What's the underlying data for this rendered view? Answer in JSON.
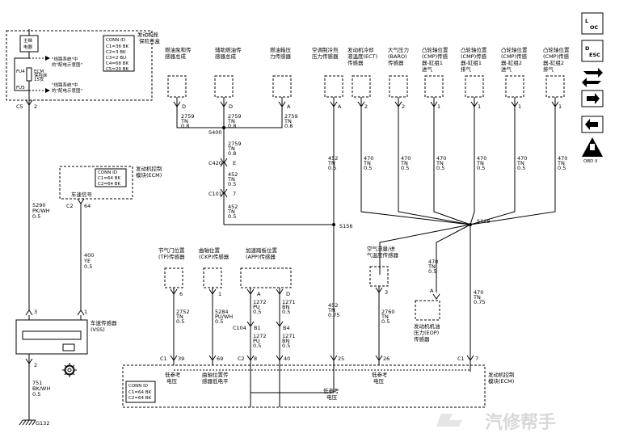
{
  "fuse_block": {
    "title_line1": "发动机舱",
    "title_line2": "保险丝盒",
    "main_label_line1": "主继",
    "main_label_line2": "电器",
    "fu4": "FU4",
    "fu5": "FU5",
    "fuse_small": "ECM",
    "fuse_small2": "保险丝",
    "fuse_small3": "15安",
    "note1_line1": "\"线路系统\"中",
    "note1_line2": "的\"配电示意图\"",
    "note2_line1": "\"线路系统\"中",
    "note2_line2": "的\"配电示意图\"",
    "conn_title": "CONN ID",
    "conn_lines": [
      "C1=36 BK",
      "C2=3 BK",
      "C3=2 BU",
      "C4=68 BK",
      "C5=20 BK"
    ]
  },
  "ecm_top": {
    "title_line1": "发动机控制",
    "title_line2": "模块(ECM)",
    "conn_title": "CONN ID",
    "conn_lines": [
      "C1=64 BK",
      "C2=64 BK"
    ],
    "signal": "车速信号",
    "pin_c2": "C2",
    "pin_64": "64"
  },
  "left_wires": {
    "c5": "C5",
    "pin2": "2",
    "w1": "5290",
    "w1c": "PK/WH",
    "w1g": "0.5",
    "w2": "400",
    "w2c": "YE",
    "w2g": "0.5",
    "pin3": "3",
    "pin1": "1",
    "pin2b": "2",
    "w3": "751",
    "w3c": "BK/WH",
    "w3g": "0.5",
    "ground": "G132"
  },
  "vss": {
    "line1": "车速传感器",
    "line2": "(VSS)"
  },
  "top_sensors": [
    {
      "line1": "燃油泵和传",
      "line2": "感器总成",
      "pin_letter": "D"
    },
    {
      "line1": "辅助燃油传",
      "line2": "感器总成",
      "pin_letter": "D"
    },
    {
      "line1": "燃油箱压",
      "line2": "力传感器",
      "pin_letter": "A"
    },
    {
      "line1": "空调制冷剂",
      "line2": "压力传感器",
      "pin_letter": "A"
    },
    {
      "line1": "发动机冷却",
      "line2": "液温度(ECT)",
      "line3": "传感器",
      "pin_letter": "2"
    },
    {
      "line1": "大气压力",
      "line2": "(BARO)",
      "line3": "传感器",
      "pin_letter": "2"
    },
    {
      "line1": "凸轮轴位置",
      "line2": "(CMP)传感",
      "line3": "器-缸组1",
      "line4": "进气",
      "pin_letter": "1"
    },
    {
      "line1": "凸轮轴位置",
      "line2": "(CMP)传感",
      "line3": "器-缸组1",
      "line4": "排气",
      "pin_letter": "1"
    },
    {
      "line1": "凸轮轴位置",
      "line2": "(CMP)传感",
      "line3": "器-缸组2",
      "line4": "进气",
      "pin_letter": "1"
    },
    {
      "line1": "凸轮轴位置",
      "line2": "(CMP)传感",
      "line3": "器-缸组2",
      "line4": "排气",
      "pin_letter": "1"
    }
  ],
  "top_wires": [
    {
      "num": "2759",
      "color": "TN",
      "gauge": "0.8"
    },
    {
      "num": "2759",
      "color": "TN",
      "gauge": "0.8"
    },
    {
      "num": "2759",
      "color": "TN",
      "gauge": "0.8"
    }
  ],
  "splices": {
    "s400": "S400",
    "c420": "C420",
    "c420pin": "E",
    "c101": "C101",
    "c101pin": "7",
    "s156": "S156",
    "s148": "S148",
    "w_after_s400": {
      "num": "2759",
      "color": "TN",
      "gauge": "0.8"
    },
    "w_after_c420": {
      "num": "452",
      "color": "TN",
      "gauge": "0.5"
    },
    "w_after_c101": {
      "num": "452",
      "color": "TN",
      "gauge": "0.5"
    }
  },
  "ac_wire": {
    "num": "452",
    "color": "TN",
    "gauge": "0.5"
  },
  "right_wires": [
    {
      "num": "470",
      "color": "TN",
      "gauge": "0.5"
    },
    {
      "num": "470",
      "color": "TN",
      "gauge": "0.5"
    },
    {
      "num": "470",
      "color": "TN",
      "gauge": "0.5"
    },
    {
      "num": "470",
      "color": "TN",
      "gauge": "0.5"
    },
    {
      "num": "470",
      "color": "TN",
      "gauge": "0.5"
    },
    {
      "num": "470",
      "color": "TN",
      "gauge": "0.5"
    }
  ],
  "lower_sensors": {
    "tp": {
      "line1": "节气门位置",
      "line2": "(TP)传感器",
      "pin": "6"
    },
    "ckp": {
      "line1": "曲轴位置",
      "line2": "(CKP)传感器",
      "pin": "1"
    },
    "app": {
      "line1": "加速踏板位置",
      "line2": "(APP)传感器",
      "pinA": "A",
      "pinD": "D"
    },
    "maf": {
      "line1": "空气流量/进",
      "line2": "气温度传感器",
      "pin": "3"
    },
    "eop": {
      "line1": "发动机机油",
      "line2": "压力(EOP)",
      "line3": "传感器",
      "pin": "A"
    }
  },
  "lower_wires": {
    "tp": {
      "num": "2752",
      "color": "TN",
      "gauge": "0.5"
    },
    "ckp": {
      "num": "5284",
      "color": "PU/WH",
      "gauge": "0.5"
    },
    "appA": {
      "num": "1272",
      "color": "PU",
      "gauge": "0.5"
    },
    "appD": {
      "num": "1271",
      "color": "BN",
      "gauge": "0.5"
    },
    "appA2": {
      "num": "1272",
      "color": "PU",
      "gauge": "0.5"
    },
    "appD2": {
      "num": "1271",
      "color": "BN",
      "gauge": "0.5"
    },
    "c104": "C104",
    "b1": "B1",
    "b4": "B4",
    "maf": {
      "num": "2760",
      "color": "TN",
      "gauge": "0.5"
    },
    "eop": {
      "num": "470",
      "color": "TN",
      "gauge": "0.5"
    },
    "ecm7": {
      "num": "470",
      "color": "TN",
      "gauge": "0.75"
    },
    "s156down": {
      "num": "452",
      "color": "TN",
      "gauge": "0.75"
    }
  },
  "ecm_bottom": {
    "title_line1": "发动机控制",
    "title_line2": "模块(ECM)",
    "conn_title": "CONN ID",
    "conn_lines": [
      "C1=64 BK",
      "C2=64 BK"
    ],
    "pins": {
      "c1": "C1",
      "p39": "39",
      "p69": "69",
      "c2": "C2",
      "p8": "8",
      "p40": "40",
      "p25": "25",
      "p26": "26",
      "c1b": "C1",
      "p7": "7"
    },
    "lbl_low_ref1_line1": "低参考",
    "lbl_low_ref1_line2": "电压",
    "lbl_ckp_line1": "曲轴位置传",
    "lbl_ckp_line2": "感器低电平",
    "lbl_low_ref_mid_line1": "低参考",
    "lbl_low_ref_mid_line2": "电压",
    "lbl_low_ref2_line1": "低参考",
    "lbl_low_ref2_line2": "电压"
  },
  "sidebar": {
    "loc_line1": "L",
    "loc_line2": "OC",
    "desc_line1": "D",
    "desc_line2": "ESC",
    "obd": "OBD II"
  },
  "watermark": "汽修帮手"
}
